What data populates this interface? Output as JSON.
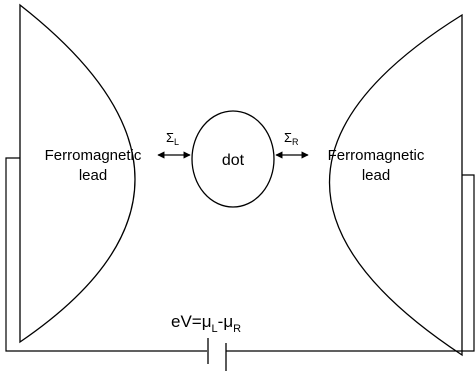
{
  "left_lead": {
    "line1": "Ferromagnetic",
    "line2": "lead"
  },
  "right_lead": {
    "line1": "Ferromagnetic",
    "line2": "lead"
  },
  "dot": {
    "label": "dot"
  },
  "sigma_left": {
    "symbol": "Σ",
    "subscript": "L"
  },
  "sigma_right": {
    "symbol": "Σ",
    "subscript": "R"
  },
  "bias": {
    "prefix": "eV=μ",
    "sub1": "L",
    "minus": "-μ",
    "sub2": "R"
  }
}
